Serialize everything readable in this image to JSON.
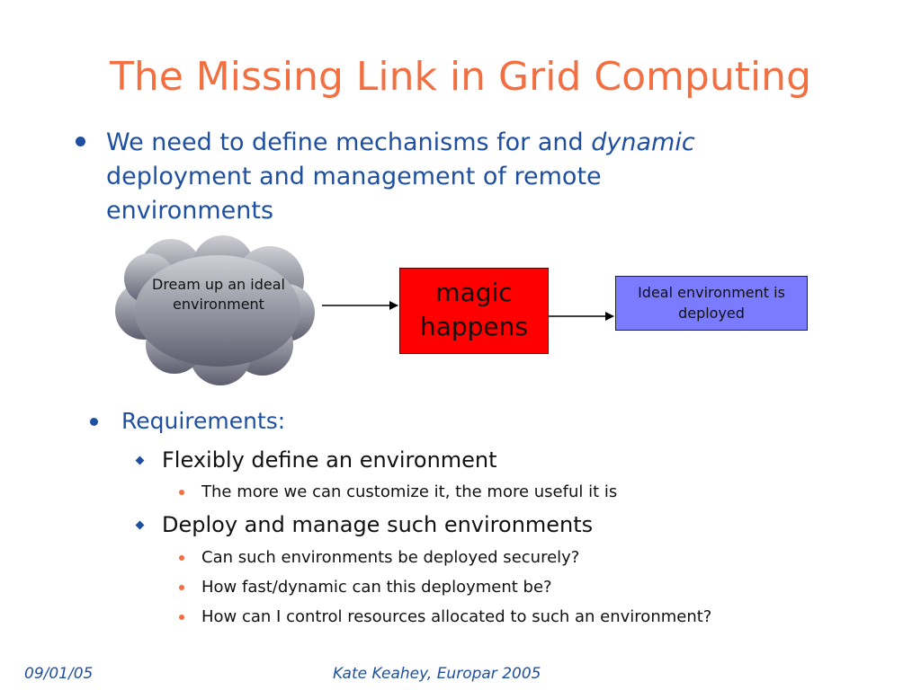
{
  "slide": {
    "title": "The Missing Link in Grid Computing",
    "bullet": {
      "text_before": "We need to define mechanisms for and ",
      "text_italic": "dynamic",
      "text_after": " deployment and management of remote environments"
    },
    "diagram": {
      "cloud_label": "Dream up an ideal environment",
      "magic_label": "magic happens",
      "result_label": "Ideal environment is deployed",
      "colors": {
        "cloud_top": "#cfcfd6",
        "cloud_bottom": "#5e5e70",
        "magic_fill": "#ff0000",
        "result_fill": "#7b7bff"
      }
    },
    "requirements": {
      "heading": "Requirements:",
      "items": [
        {
          "label": "Flexibly define an environment",
          "sub": [
            "The more we can customize it, the more useful it is"
          ]
        },
        {
          "label": "Deploy and manage such environments",
          "sub": [
            "Can such environments be deployed securely?",
            "How fast/dynamic can this deployment be?",
            "How can I control resources allocated to such an environment?"
          ]
        }
      ]
    },
    "footer": {
      "date": "09/01/05",
      "author": "Kate Keahey, Europar 2005"
    },
    "colors": {
      "title": "#f26f41",
      "bullet_text": "#1e4fa0"
    }
  }
}
